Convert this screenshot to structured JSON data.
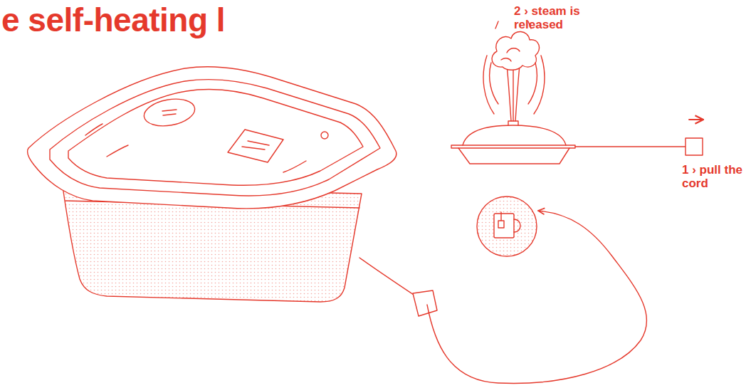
{
  "diagram": {
    "title": "e self-heating l",
    "labels": [
      "2 › steam is released",
      "1 › pull the cord"
    ]
  }
}
